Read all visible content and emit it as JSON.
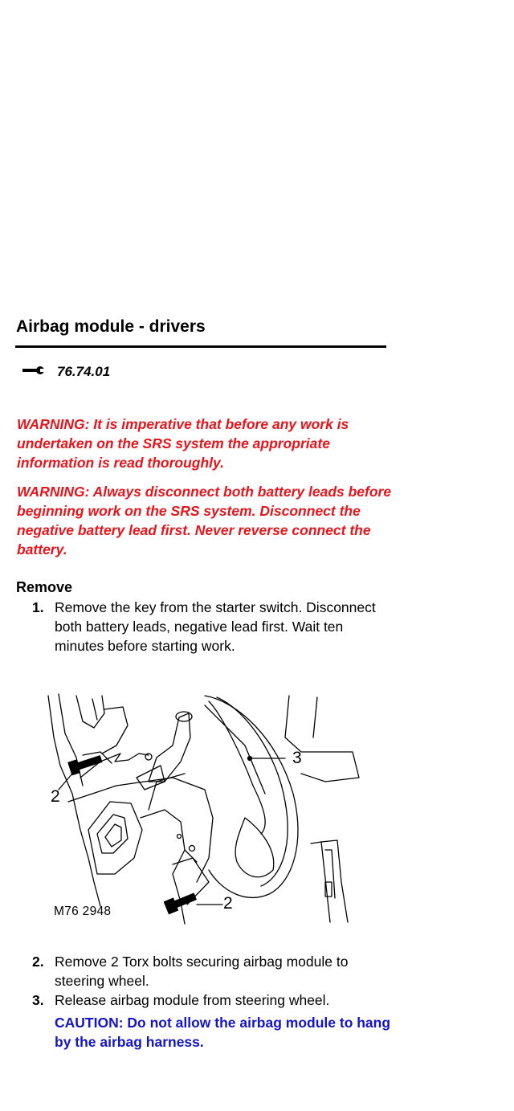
{
  "section": {
    "title": "Airbag module - drivers",
    "operation_code": "76.74.01",
    "icons": {
      "operation": "wrench-icon"
    }
  },
  "warnings": [
    "WARNING: It is imperative that before any work is undertaken on the SRS system the appropriate information is read thoroughly.",
    "WARNING: Always disconnect both battery leads before beginning work on the SRS system. Disconnect the negative battery lead first. Never reverse connect the battery."
  ],
  "remove": {
    "heading": "Remove",
    "steps": [
      {
        "number": "1.",
        "text": "Remove the key from the starter switch. Disconnect both battery leads, negative lead first. Wait ten minutes before starting work."
      },
      {
        "number": "2.",
        "text": "Remove 2 Torx bolts securing airbag module to steering wheel."
      },
      {
        "number": "3.",
        "text": "Release airbag module from steering wheel."
      }
    ],
    "caution": "CAUTION: Do not allow the airbag module to hang by the airbag harness."
  },
  "figure": {
    "id": "M76 2948",
    "callouts": [
      "2",
      "2",
      "3"
    ]
  },
  "colors": {
    "warning": "#e8141b",
    "caution": "#1414c8",
    "text": "#000000"
  }
}
